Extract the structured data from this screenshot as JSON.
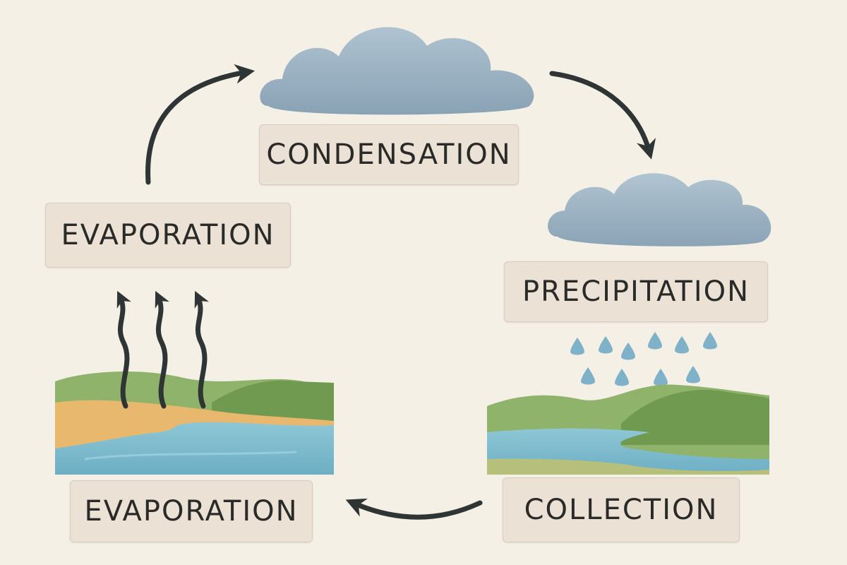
{
  "diagram": {
    "labels": {
      "condensation": "CONDENSATION",
      "evaporation_top": "EVAPORATION",
      "precipitation": "PRECIPITATION",
      "evaporation_bottom": "EVAPORATION",
      "collection": "COLLECTION"
    },
    "colors": {
      "background": "#f5f0e6",
      "label_fill": "#ebe2d5",
      "arrow": "#2f3434",
      "cloud": "#8fa9bc",
      "rain": "#7fb2c8",
      "water": "#7dbccd",
      "hills": "#7fa65a",
      "sand": "#e8b86e"
    }
  }
}
